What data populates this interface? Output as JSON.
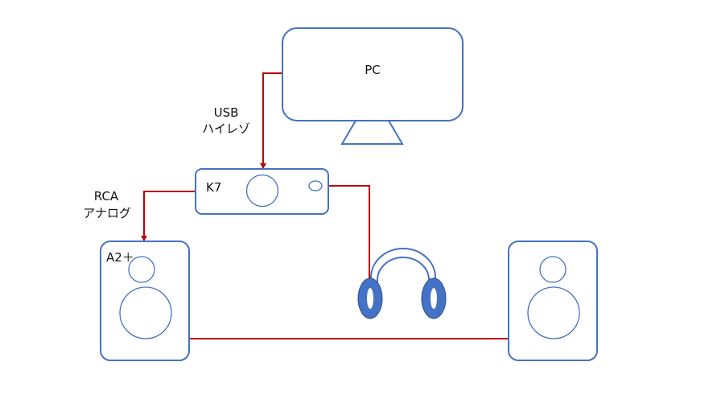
{
  "pc": {
    "label": "PC"
  },
  "usb_link": {
    "line1": "USB",
    "line2": "ハイレゾ"
  },
  "amp": {
    "label": "K7"
  },
  "rca_link": {
    "line1": "RCA",
    "line2": "アナログ"
  },
  "left_speaker": {
    "label": "A2＋"
  },
  "colors": {
    "outline": "#4472c4",
    "cable": "#c00000",
    "fill": "#ffffff"
  }
}
